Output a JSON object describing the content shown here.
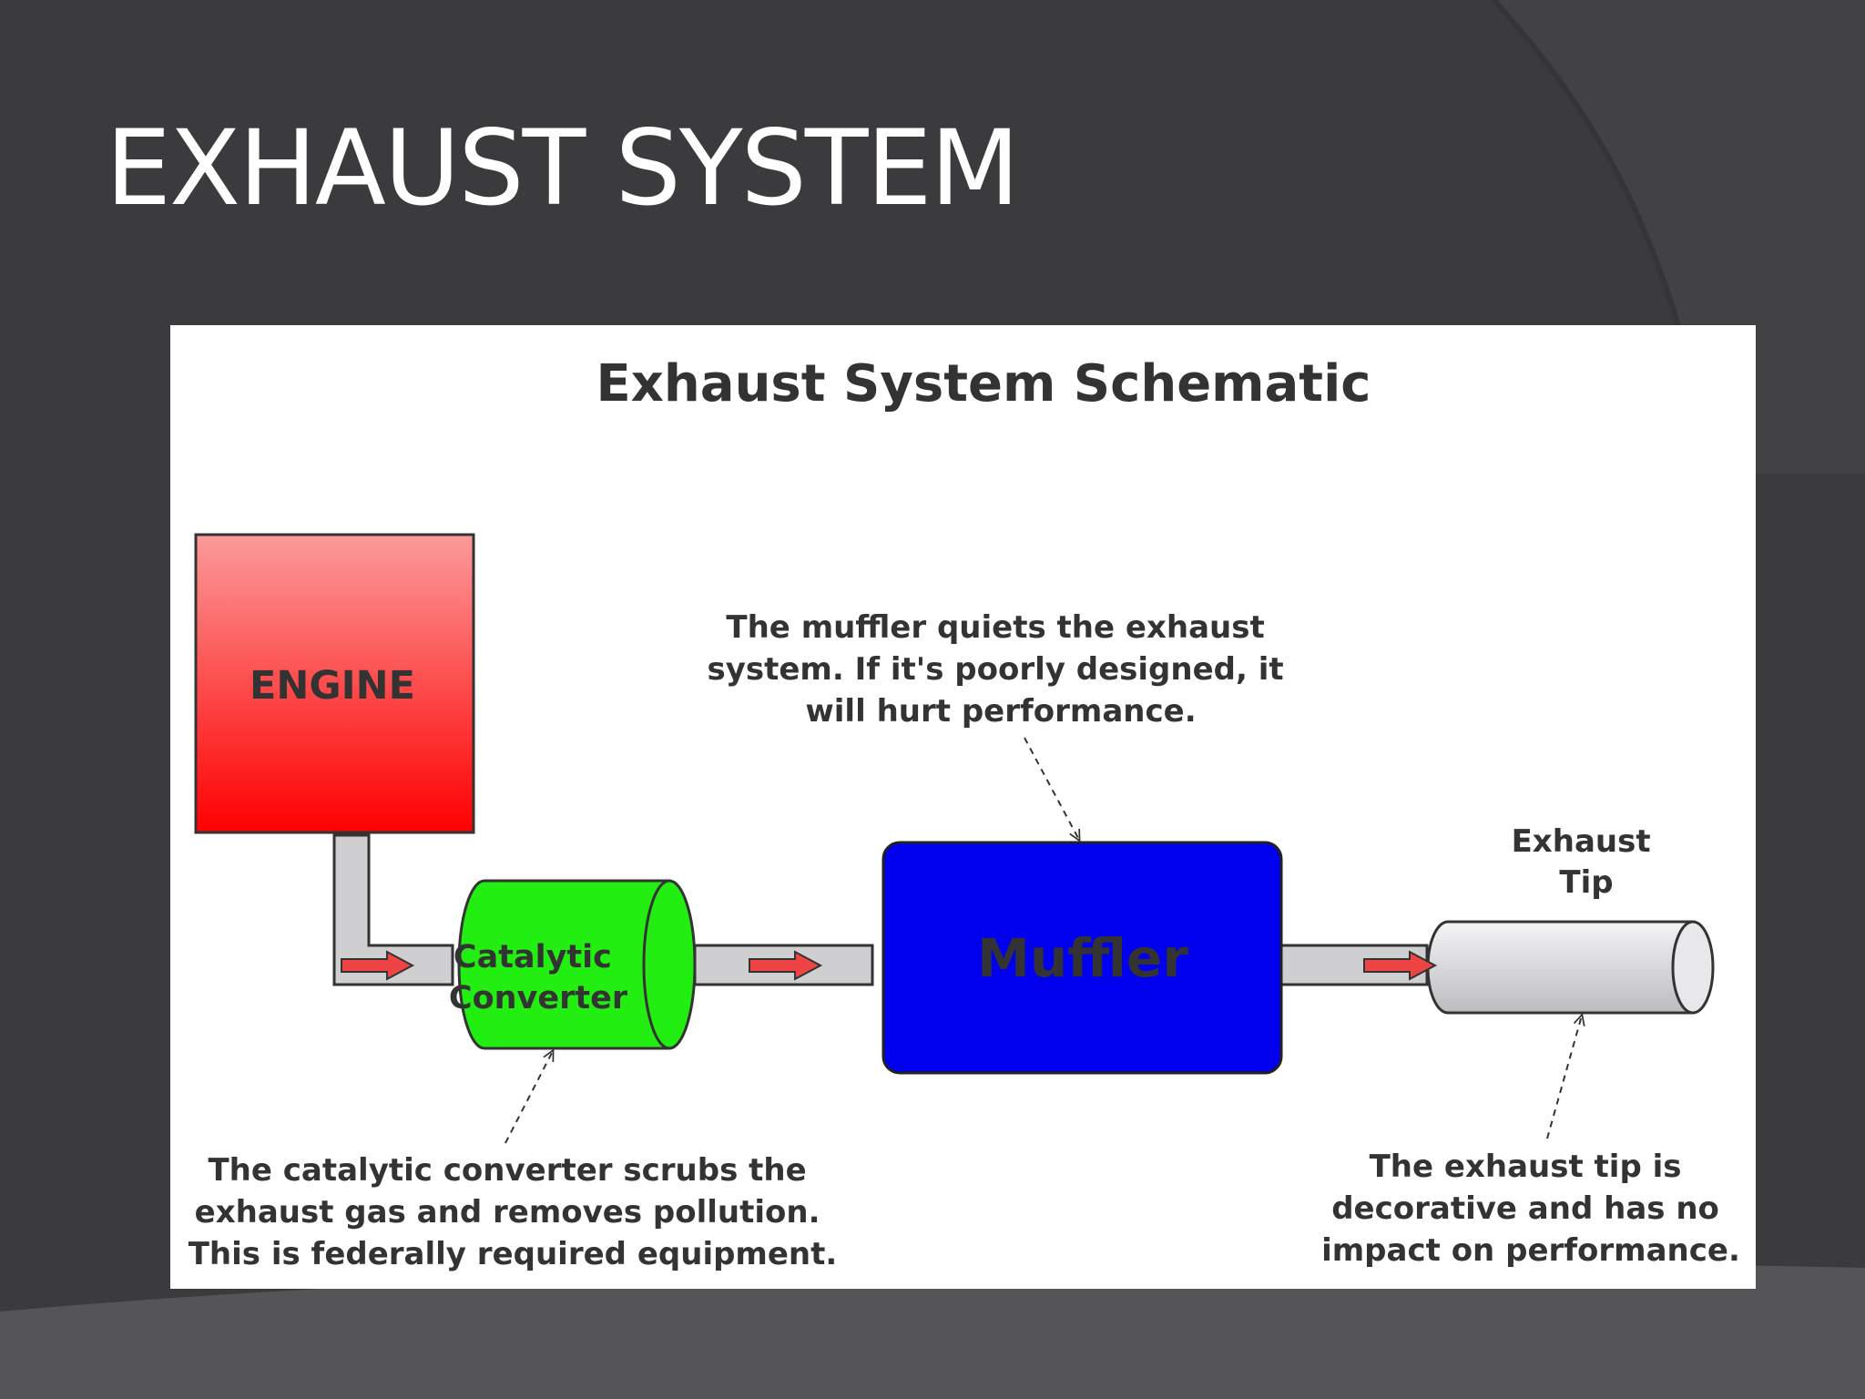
{
  "slide": {
    "title": "EXHAUST SYSTEM"
  },
  "diagram": {
    "title": "Exhaust System Schematic",
    "components": {
      "engine": "ENGINE",
      "catalytic_converter": [
        "Catalytic",
        "Converter"
      ],
      "muffler": "Muffler",
      "exhaust_tip": [
        "Exhaust",
        "Tip"
      ]
    },
    "annotations": {
      "muffler_note": [
        "The muffler quiets the exhaust",
        "system. If it's poorly designed, it",
        "will hurt performance."
      ],
      "converter_note": [
        "The catalytic converter scrubs the",
        "exhaust gas and removes pollution.",
        "This is federally required equipment."
      ],
      "tip_note": [
        "The exhaust tip is",
        "decorative and has no",
        "impact on performance."
      ]
    },
    "colors": {
      "engine_top": "#fb9a9a",
      "engine_bottom": "#ff0000",
      "catalytic_converter": "#22ee11",
      "muffler": "#0000ee",
      "exhaust_tip": "#d6d6d8",
      "pipe": "#cfcfd1",
      "flow_arrow": "#ee4444",
      "slide_background": "#3b3b3d"
    }
  }
}
